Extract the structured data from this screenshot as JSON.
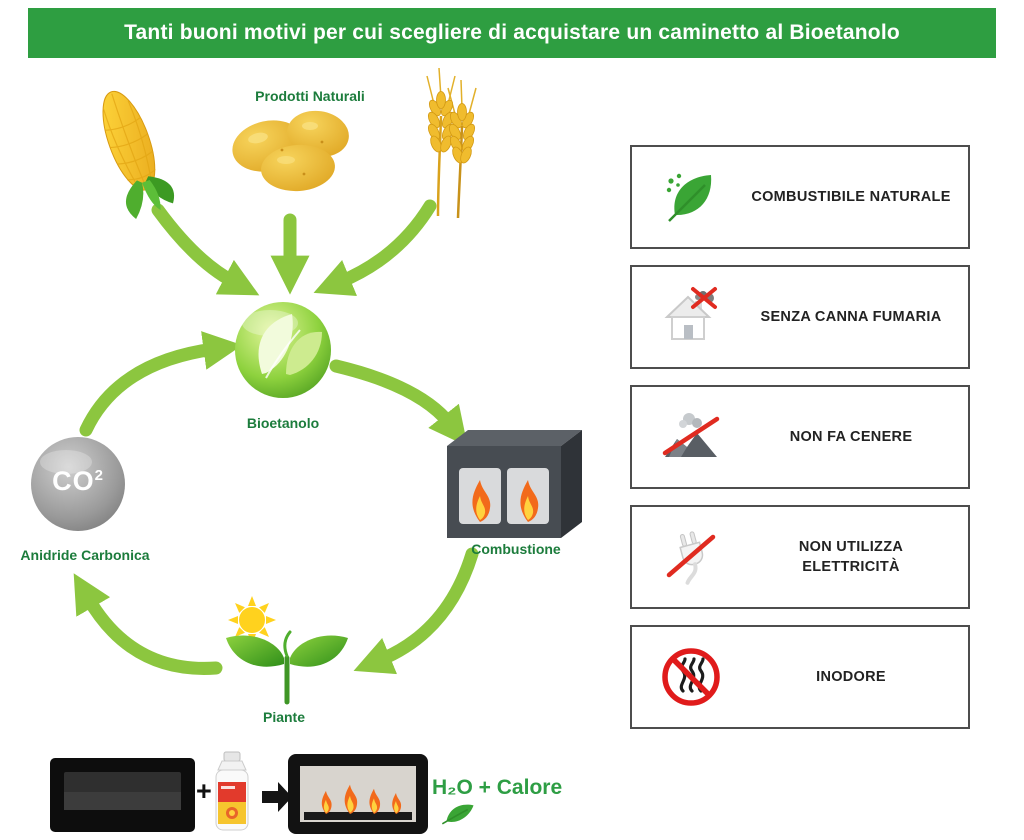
{
  "banner": {
    "title": "Tanti buoni motivi per cui scegliere di acquistare un caminetto al Bioetanolo"
  },
  "cycle": {
    "products_label": "Prodotti Naturali",
    "bioethanol_label": "Bioetanolo",
    "combustion_label": "Combustione",
    "plants_label": "Piante",
    "co2_label": "Anidride Carbonica",
    "co2_symbol": "CO",
    "co2_sup": "2"
  },
  "features": {
    "items": [
      {
        "label": "COMBUSTIBILE NATURALE",
        "icon": "natural-fuel-leaf-icon"
      },
      {
        "label": "SENZA CANNA FUMARIA",
        "icon": "house-no-flue-icon"
      },
      {
        "label": "NON FA CENERE",
        "icon": "no-ash-icon"
      },
      {
        "label": "NON UTILIZZA ELETTRICITÀ",
        "icon": "no-electricity-plug-icon"
      },
      {
        "label": "INODORE",
        "icon": "no-odor-icon"
      }
    ]
  },
  "equation": {
    "plus_sign": "+",
    "result": "H₂O + Calore"
  },
  "colors": {
    "banner_green": "#2e9e41",
    "label_green": "#1c7c3c",
    "arrow_green": "#8cc63f",
    "result_green": "#2e9e44",
    "prohibition_red": "#e02b20"
  }
}
